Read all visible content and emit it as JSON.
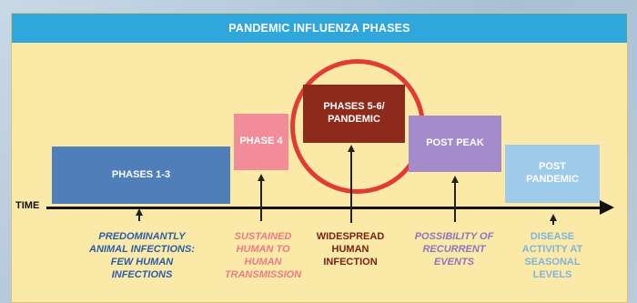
{
  "title": "PANDEMIC INFLUENZA PHASES",
  "axis_label": "TIME",
  "phases": [
    {
      "label": "PHASES 1-3",
      "color": "#4f7eb8"
    },
    {
      "label": "PHASE 4",
      "color": "#f18c98"
    },
    {
      "label": "PHASES 5-6/ PANDEMIC",
      "color": "#8e2a1c"
    },
    {
      "label": "POST PEAK",
      "color": "#a48bcb"
    },
    {
      "label": "POST PANDEMIC",
      "color": "#9ecbea"
    }
  ],
  "descriptions": [
    {
      "text": "PREDOMINANTLY ANIMAL INFECTIONS: FEW HUMAN INFECTIONS",
      "color": "#2a5da8"
    },
    {
      "text": "SUSTAINED HUMAN TO HUMAN TRANSMISSION",
      "color": "#ec7a86"
    },
    {
      "text": "WIDESPREAD HUMAN INFECTION",
      "color": "#7a2014"
    },
    {
      "text": "POSSIBILITY OF RECURRENT EVENTS",
      "color": "#9174bf"
    },
    {
      "text": "DISEASE ACTIVITY AT SEASONAL LEVELS",
      "color": "#7fb4dc"
    }
  ],
  "highlight_color": "#e23b35"
}
